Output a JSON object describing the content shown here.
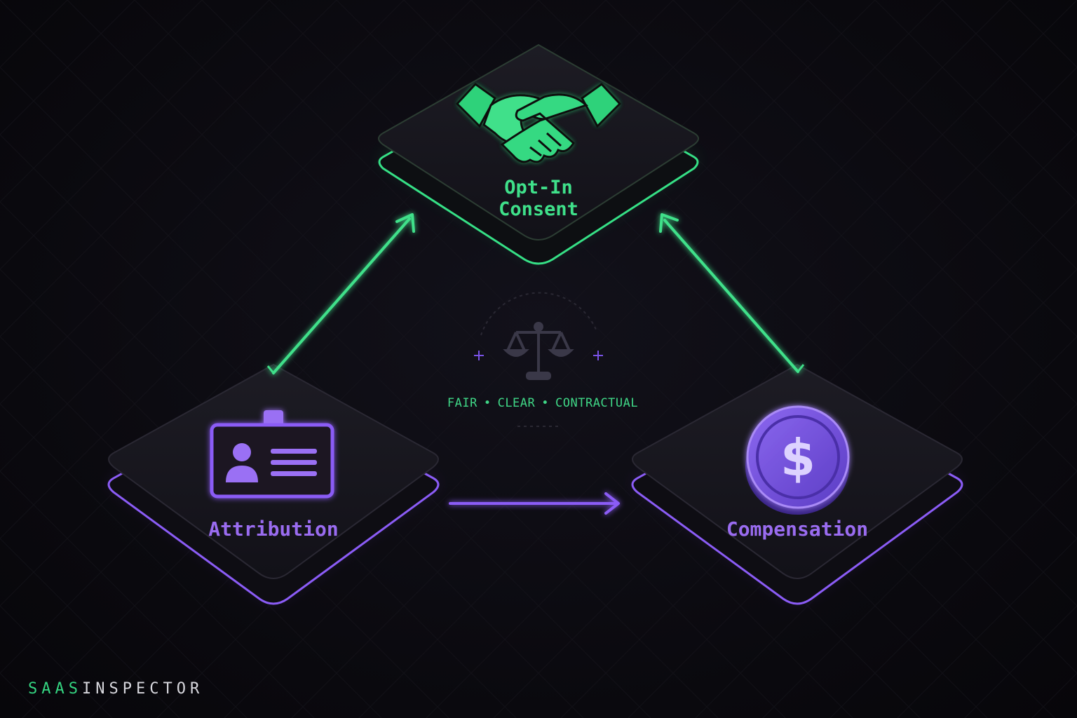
{
  "nodes": {
    "consent": {
      "line1": "Opt-In",
      "line2": "Consent",
      "icon": "handshake-icon",
      "accent": "#3fe08a"
    },
    "attribution": {
      "label": "Attribution",
      "icon": "id-badge-icon",
      "accent": "#8b5cf6"
    },
    "compensation": {
      "label": "Compensation",
      "icon": "dollar-coin-icon",
      "accent": "#8b5cf6"
    }
  },
  "center": {
    "icon": "scales-of-justice-icon",
    "principles": [
      "FAIR",
      "CLEAR",
      "CONTRACTUAL"
    ],
    "separator": "•"
  },
  "brand": {
    "part1": "SAAS",
    "part2": "INSPECTOR"
  },
  "colors": {
    "background": "#0b0a10",
    "green_accent": "#3fe08a",
    "purple_accent": "#8b5cf6"
  }
}
